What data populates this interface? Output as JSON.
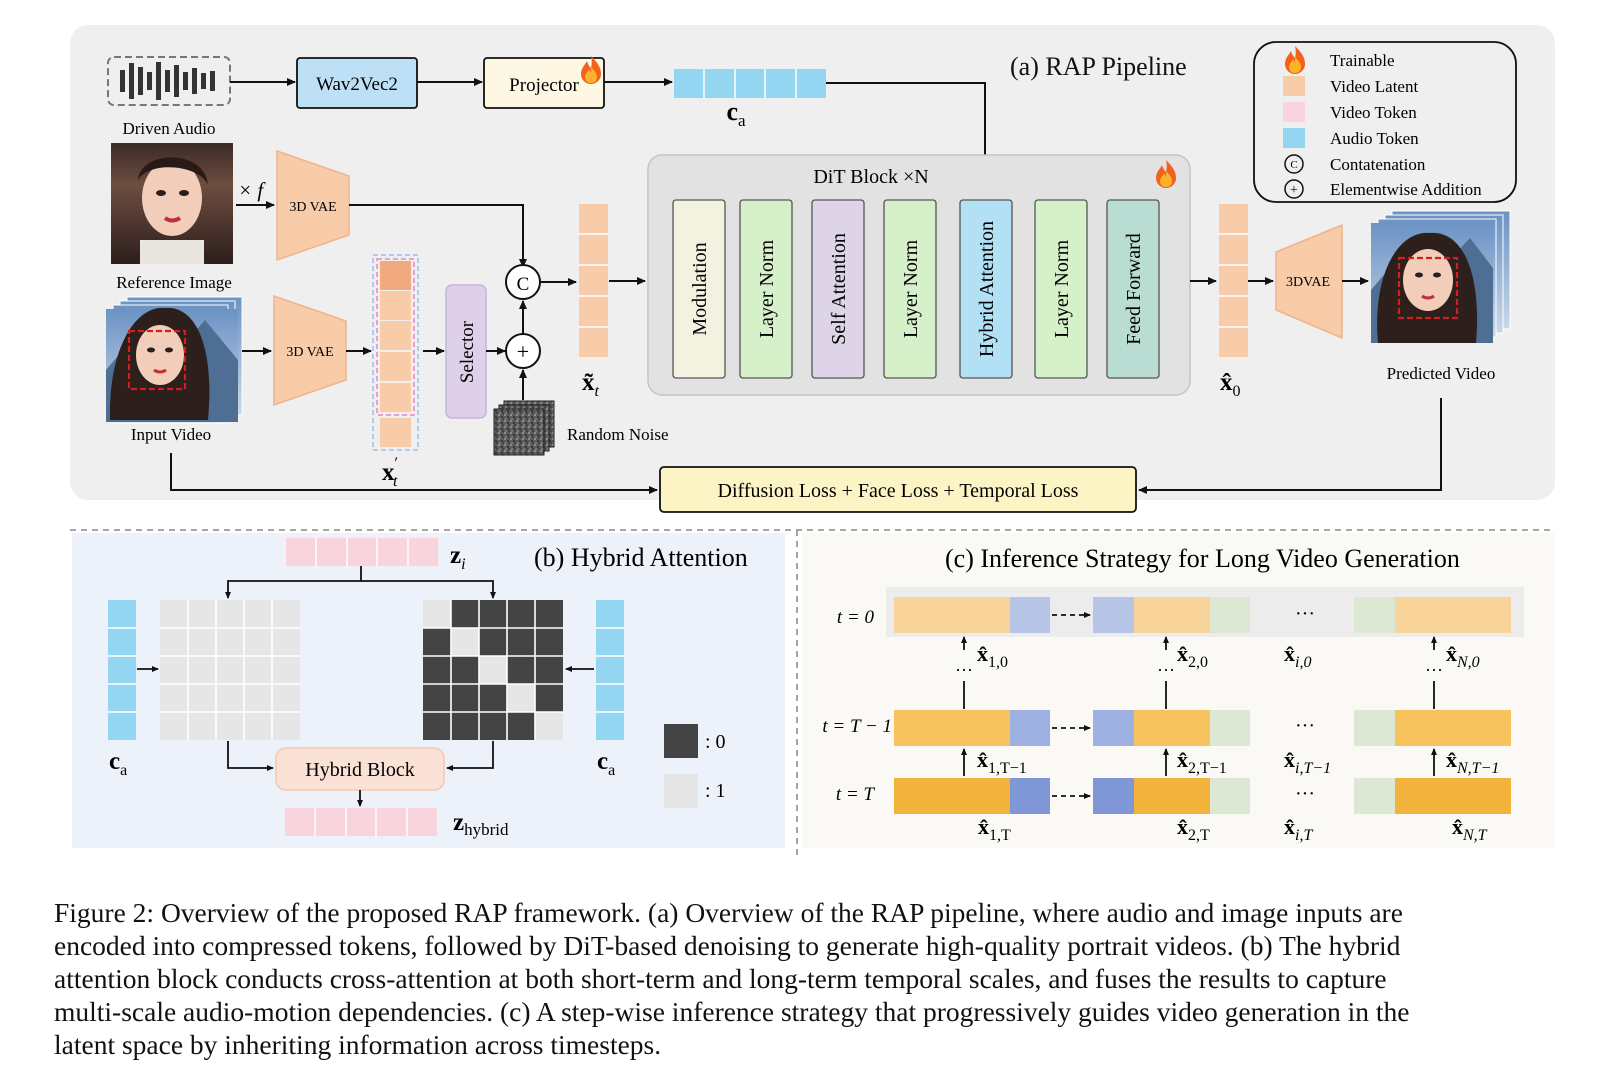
{
  "panel_a": {
    "title": "(a) RAP Pipeline",
    "driven_audio": "Driven Audio",
    "wav2vec": "Wav2Vec2",
    "projector": "Projector",
    "ca_label": "c",
    "ca_sub": "a",
    "reference_image": "Reference Image",
    "times_f": "× f",
    "vae1": "3D VAE",
    "vae2": "3D VAE",
    "vae3": "3DVAE",
    "input_video": "Input Video",
    "selector": "Selector",
    "concat_symbol": "C",
    "add_symbol": "+",
    "random_noise": "Random Noise",
    "xt_prime_base": "x",
    "xt_prime_sup": "′",
    "xt_prime_sub": "t",
    "xt_tilde_base": "x̃",
    "xt_tilde_sub": "t",
    "x0_hat_base": "x̂",
    "x0_hat_sub": "0",
    "dit_title": "DiT Block ×N",
    "dit_layers": [
      "Modulation",
      "Layer Norm",
      "Self Attention",
      "Layer Norm",
      "Hybrid Attention",
      "Layer Norm",
      "Feed Forward"
    ],
    "predicted_video": "Predicted Video",
    "loss": "Diffusion Loss + Face Loss + Temporal Loss",
    "legend": {
      "trainable": "Trainable",
      "video_latent": "Video Latent",
      "video_token": "Video Token",
      "audio_token": "Audio Token",
      "concat": "Contatenation",
      "add": "Elementwise Addition"
    }
  },
  "panel_b": {
    "title": "(b) Hybrid Attention",
    "zi_base": "z",
    "zi_sub": "i",
    "ca_base": "c",
    "ca_sub": "a",
    "hybrid_block": "Hybrid Block",
    "zhybrid_base": "z",
    "zhybrid_sub": "hybrid",
    "legend_dark": ": 0",
    "legend_light": ": 1"
  },
  "panel_c": {
    "title": "(c) Inference Strategy for Long Video Generation",
    "row_labels": [
      "t = 0",
      "t = T − 1",
      "t = T"
    ],
    "ellipsis": "···",
    "col_bases": [
      "x̂",
      "x̂",
      "x̂",
      "x̂"
    ],
    "row_subs": [
      [
        "1,0",
        "2,0",
        "i,0",
        "N,0"
      ],
      [
        "1,T−1",
        "2,T−1",
        "i,T−1",
        "N,T−1"
      ],
      [
        "1,T",
        "2,T",
        "i,T",
        "N,T"
      ]
    ]
  },
  "caption": [
    "Figure 2: Overview of the proposed RAP framework. (a) Overview of the RAP pipeline, where audio and image inputs are",
    "encoded into compressed tokens, followed by DiT-based denoising to generate high-quality portrait videos. (b) The hybrid",
    "attention block conducts cross-attention at both short-term and long-term temporal scales, and fuses the results to capture",
    "multi-scale audio-motion dependencies. (c) A step-wise inference strategy that progressively guides video generation in the",
    "latent space by inheriting information across timesteps."
  ],
  "colors": {
    "panel_a_bg": "#efefef",
    "panel_b_bg": "#edf1f9",
    "panel_c_bg": "#fbf9f5",
    "video_latent": "#f8cba9",
    "video_token": "#f9d4dc",
    "audio_token": "#94d6f2",
    "modulation": "#f3f1df",
    "layer_norm": "#d6f0c9",
    "self_attention": "#ddd4e8",
    "hybrid_attention": "#b2e0f4",
    "feed_forward": "#b9ddd2",
    "loss_box": "#fdf4c6",
    "projector": "#fdf7e4",
    "wav2vec": "#bee0f7",
    "selector": "#ddd0e8",
    "mask_dark": "#444444",
    "mask_light": "#e6e6e6",
    "c_orange_light": "#f8d49a",
    "c_orange_mid": "#f6c35e",
    "c_orange_dark": "#f3b23c",
    "c_blue_light": "#b6c5e6",
    "c_blue_mid": "#9eb0e0",
    "c_blue_dark": "#7f97d6",
    "c_green": "#dce8d3"
  },
  "icons": [
    "waveform-icon",
    "fire-icon",
    "portrait-image",
    "video-stack-image",
    "noise-image",
    "face-box-icon"
  ]
}
